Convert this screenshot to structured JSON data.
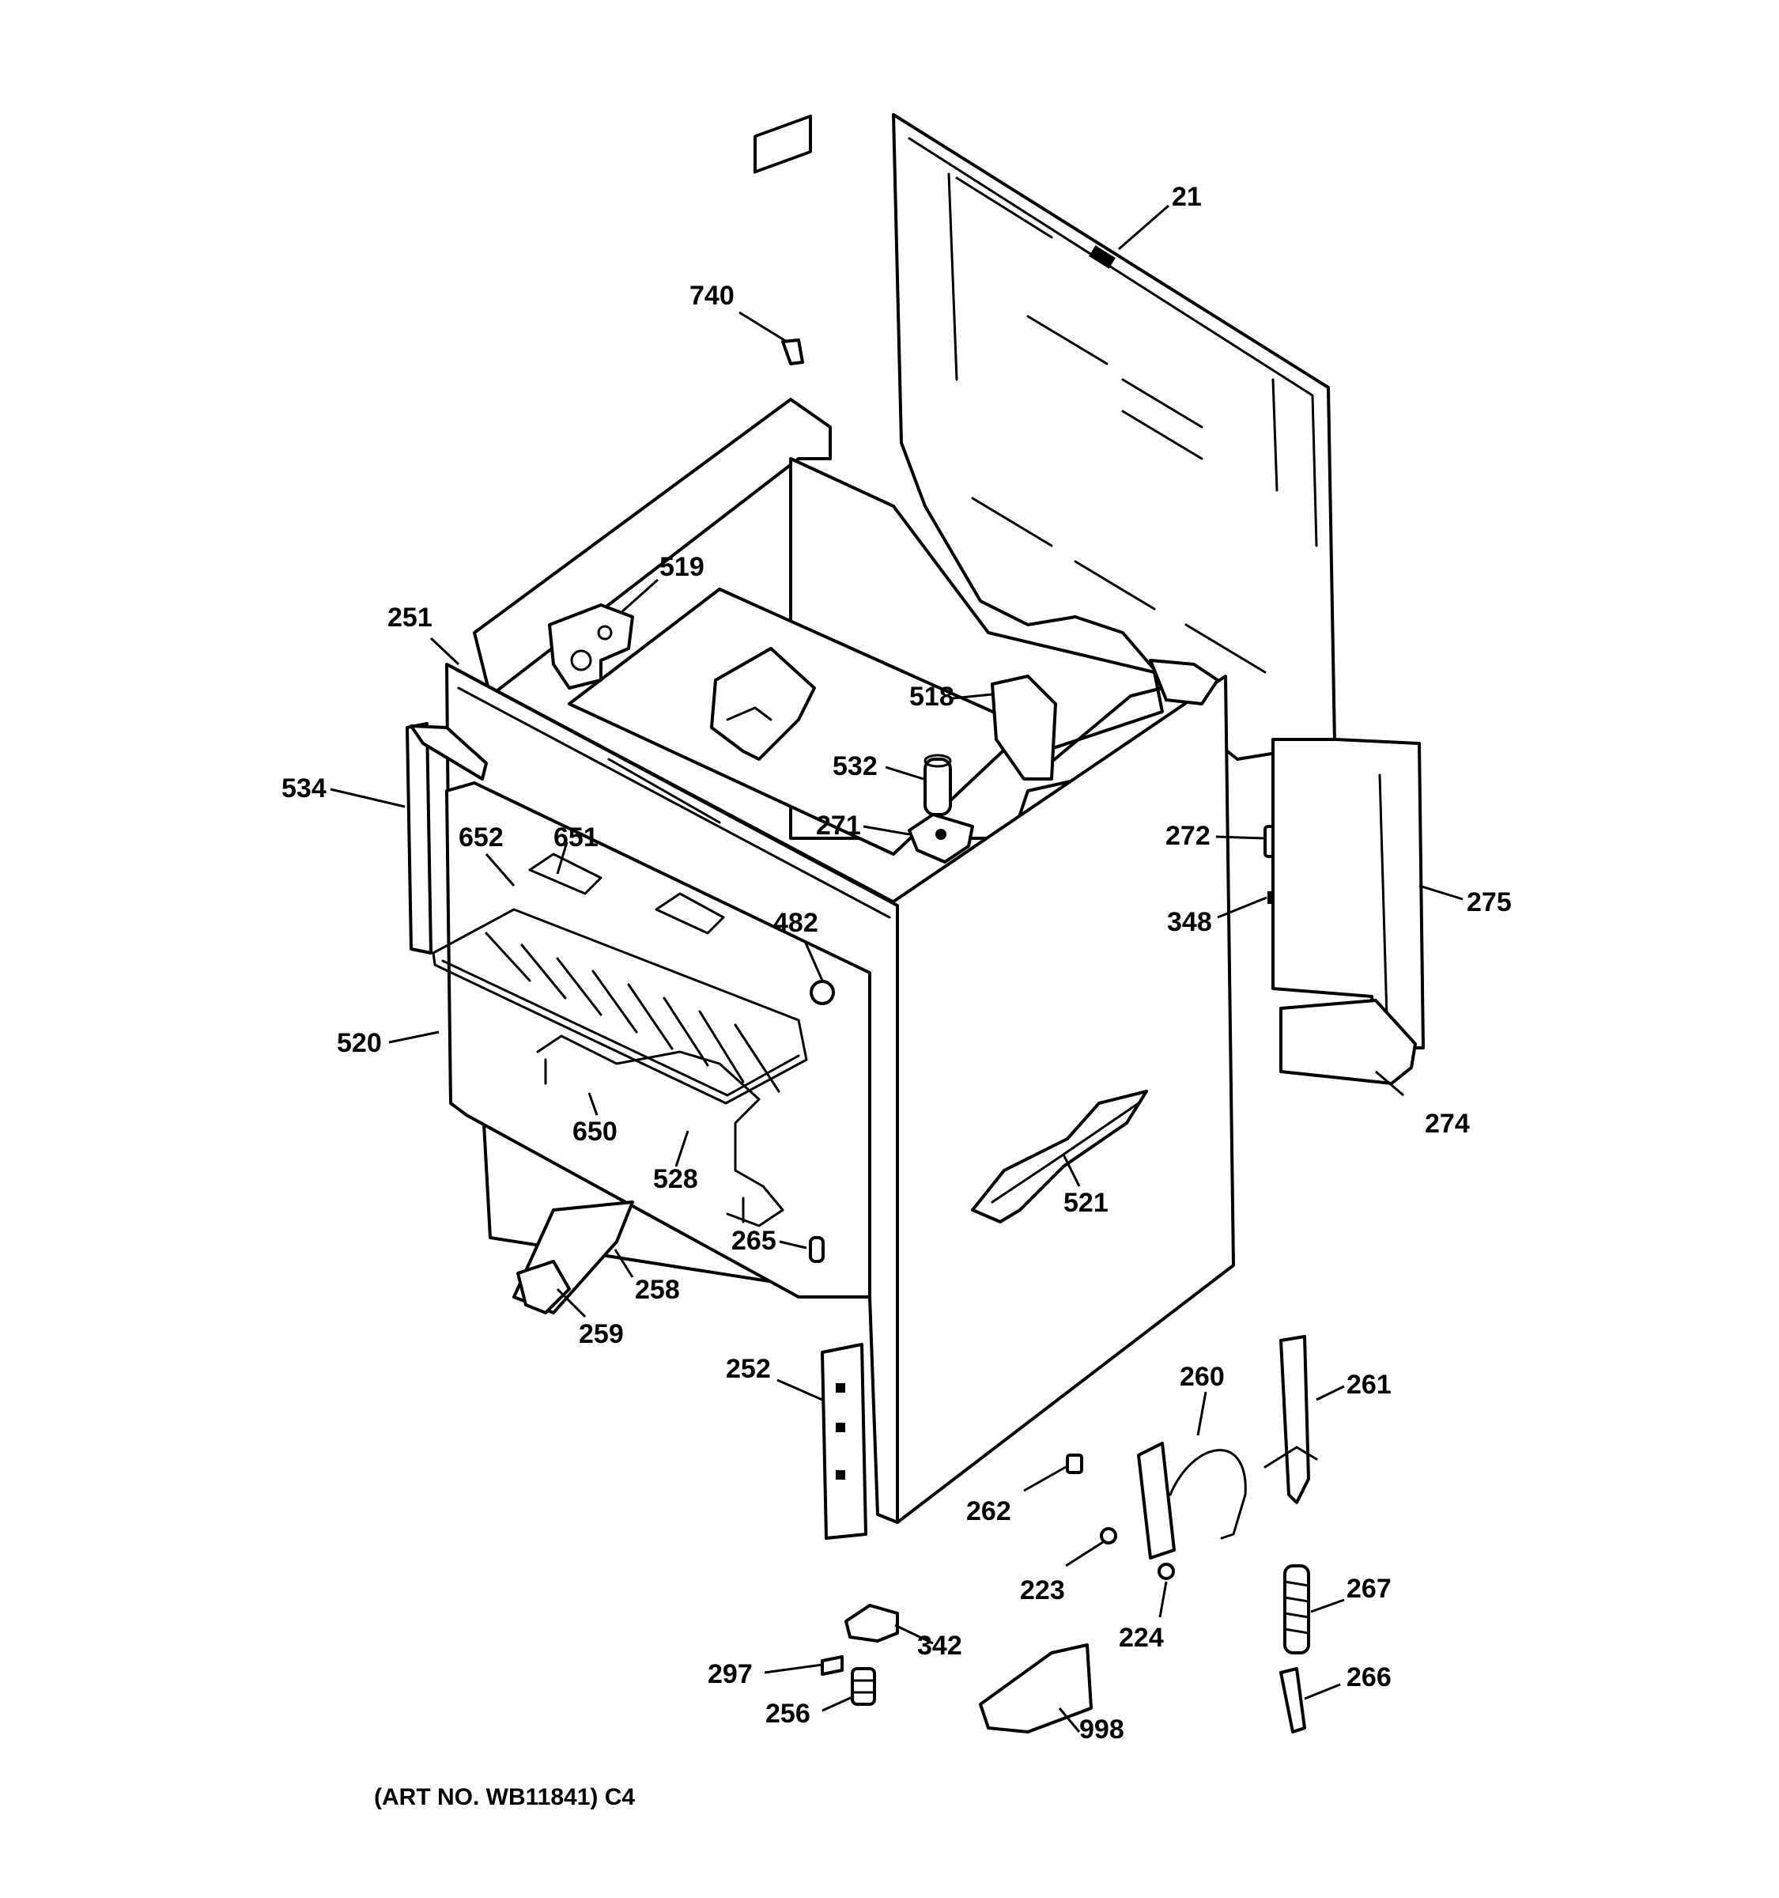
{
  "art_number": "(ART NO. WB11841) C4",
  "labels": {
    "p21": "21",
    "p740": "740",
    "p519": "519",
    "p251": "251",
    "p518": "518",
    "p534": "534",
    "p532": "532",
    "p652": "652",
    "p651": "651",
    "p271": "271",
    "p272": "272",
    "p275": "275",
    "p348": "348",
    "p482": "482",
    "p520": "520",
    "p274": "274",
    "p650": "650",
    "p528": "528",
    "p521": "521",
    "p265": "265",
    "p258": "258",
    "p259": "259",
    "p252": "252",
    "p260": "260",
    "p261": "261",
    "p262": "262",
    "p223": "223",
    "p267": "267",
    "p224": "224",
    "p342": "342",
    "p297": "297",
    "p266": "266",
    "p256": "256",
    "p998": "998"
  }
}
